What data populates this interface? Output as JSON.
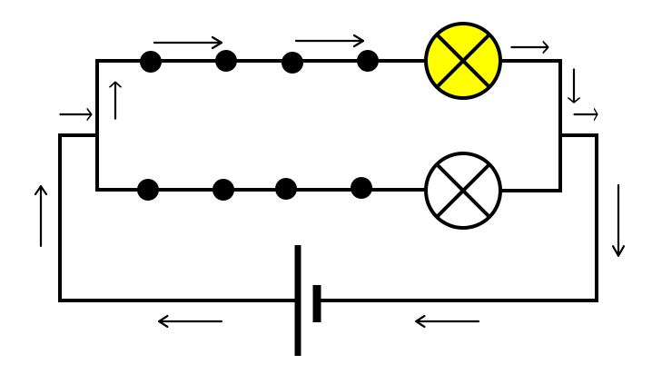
{
  "diagram": {
    "kind": "parallel-circuit",
    "colors": {
      "wire": "#000000",
      "lit_bulb": "#ffff00",
      "unlit_bulb": "#ffffff",
      "background": "#ffffff"
    },
    "components": {
      "battery": {
        "icon": "battery-cell-icon"
      },
      "bulbs": [
        {
          "branch": "top",
          "state": "lit",
          "icon": "lamp-icon"
        },
        {
          "branch": "bottom",
          "state": "off",
          "icon": "lamp-icon"
        }
      ],
      "junction_counts": {
        "top_branch": 4,
        "bottom_branch": 4
      }
    },
    "current_direction_arrows": 11
  }
}
